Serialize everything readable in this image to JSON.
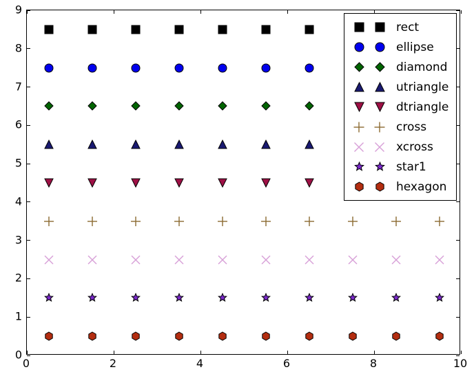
{
  "chart_data": {
    "type": "scatter",
    "title": "",
    "xlabel": "",
    "ylabel": "",
    "xlim": [
      0,
      10
    ],
    "ylim": [
      0,
      9
    ],
    "xticks": [
      0,
      2,
      4,
      6,
      8,
      10
    ],
    "yticks": [
      0,
      1,
      2,
      3,
      4,
      5,
      6,
      7,
      8,
      9
    ],
    "xticklabels": [
      "0",
      "2",
      "4",
      "6",
      "8",
      "10"
    ],
    "yticklabels": [
      "0",
      "1",
      "2",
      "3",
      "4",
      "5",
      "6",
      "7",
      "8",
      "9"
    ],
    "grid": false,
    "legend_position": "upper right",
    "x": [
      0.5,
      1.5,
      2.5,
      3.5,
      4.5,
      5.5,
      6.5,
      7.5,
      8.5,
      9.5
    ],
    "series": [
      {
        "name": "rect",
        "marker": "square",
        "color": "#000000",
        "edgecolor": "#000000",
        "y_constant": 8.5,
        "values": [
          8.5,
          8.5,
          8.5,
          8.5,
          8.5,
          8.5,
          8.5,
          8.5,
          8.5,
          8.5
        ]
      },
      {
        "name": "ellipse",
        "marker": "circle",
        "color": "#0000ee",
        "edgecolor": "#000000",
        "y_constant": 7.5,
        "values": [
          7.5,
          7.5,
          7.5,
          7.5,
          7.5,
          7.5,
          7.5,
          7.5,
          7.5,
          7.5
        ]
      },
      {
        "name": "diamond",
        "marker": "diamond",
        "color": "#006400",
        "edgecolor": "#000000",
        "y_constant": 6.5,
        "values": [
          6.5,
          6.5,
          6.5,
          6.5,
          6.5,
          6.5,
          6.5,
          6.5,
          6.5,
          6.5
        ]
      },
      {
        "name": "utriangle",
        "marker": "triangle-up",
        "color": "#191970",
        "edgecolor": "#000000",
        "y_constant": 5.5,
        "values": [
          5.5,
          5.5,
          5.5,
          5.5,
          5.5,
          5.5,
          5.5,
          5.5,
          5.5,
          5.5
        ]
      },
      {
        "name": "dtriangle",
        "marker": "triangle-down",
        "color": "#9e1045",
        "edgecolor": "#000000",
        "y_constant": 4.5,
        "values": [
          4.5,
          4.5,
          4.5,
          4.5,
          4.5,
          4.5,
          4.5,
          4.5,
          4.5,
          4.5
        ]
      },
      {
        "name": "cross",
        "marker": "plus",
        "color": "#8c6a31",
        "edgecolor": "#8c6a31",
        "y_constant": 3.5,
        "values": [
          3.5,
          3.5,
          3.5,
          3.5,
          3.5,
          3.5,
          3.5,
          3.5,
          3.5,
          3.5
        ]
      },
      {
        "name": "xcross",
        "marker": "x",
        "color": "#d8a0d8",
        "edgecolor": "#d8a0d8",
        "y_constant": 2.5,
        "values": [
          2.5,
          2.5,
          2.5,
          2.5,
          2.5,
          2.5,
          2.5,
          2.5,
          2.5,
          2.5
        ]
      },
      {
        "name": "star1",
        "marker": "star5",
        "color": "#7a28cb",
        "edgecolor": "#000000",
        "y_constant": 1.5,
        "values": [
          1.5,
          1.5,
          1.5,
          1.5,
          1.5,
          1.5,
          1.5,
          1.5,
          1.5,
          1.5
        ]
      },
      {
        "name": "hexagon",
        "marker": "hexagon",
        "color": "#b32d10",
        "edgecolor": "#000000",
        "y_constant": 0.5,
        "values": [
          0.5,
          0.5,
          0.5,
          0.5,
          0.5,
          0.5,
          0.5,
          0.5,
          0.5,
          0.5
        ]
      }
    ]
  },
  "legend": {
    "entries": [
      {
        "label": "rect"
      },
      {
        "label": "ellipse"
      },
      {
        "label": "diamond"
      },
      {
        "label": "utriangle"
      },
      {
        "label": "dtriangle"
      },
      {
        "label": "cross"
      },
      {
        "label": "xcross"
      },
      {
        "label": "star1"
      },
      {
        "label": "hexagon"
      }
    ]
  }
}
